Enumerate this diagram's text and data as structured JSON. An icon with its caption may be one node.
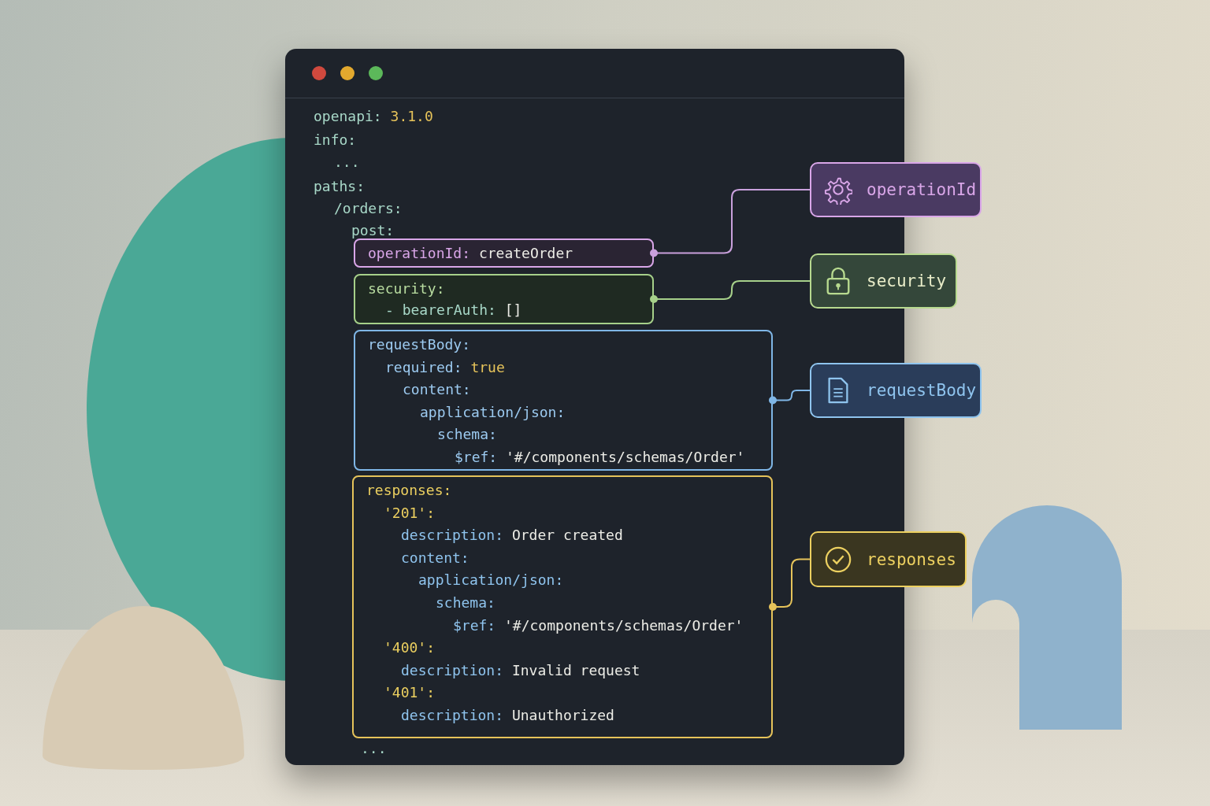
{
  "diagram": {
    "nodes": [
      {
        "text": [
          "openapi: 3.1.0",
          "info:",
          "...",
          "paths:",
          "/orders:",
          "post:",
          "..."
        ]
      },
      {
        "text": [
          "operationId: createOrder"
        ],
        "in": 0
      },
      {
        "text": [
          "security:",
          "- bearerAuth: []"
        ],
        "in": 0
      },
      {
        "text": [
          "requestBody:",
          "required: true",
          "content:",
          "application/json:",
          "schema:",
          "$ref: '#/components/schemas/Order'"
        ],
        "in": 0
      },
      {
        "text": [
          "responses:",
          "'201':",
          "description: Order created",
          "content:",
          "application/json:",
          "schema:",
          "$ref: '#/components/schemas/Order'",
          "'400':",
          "description: Invalid request",
          "'401':",
          "description: Unauthorized"
        ],
        "in": 0
      },
      {
        "text": [
          "operationId"
        ]
      },
      {
        "text": [
          "security"
        ]
      },
      {
        "text": [
          "requestBody"
        ]
      },
      {
        "text": [
          "responses"
        ]
      }
    ],
    "edges": [
      {
        "from": 1,
        "to": 5,
        "arrow": "other",
        "color": "#c9a0dc"
      },
      {
        "from": 2,
        "to": 6,
        "arrow": "other",
        "color": "#a6d08a"
      },
      {
        "from": 3,
        "to": 7,
        "arrow": "other",
        "color": "#7fb6e6"
      },
      {
        "from": 4,
        "to": 8,
        "arrow": "other",
        "color": "#e6c35a"
      }
    ]
  }
}
